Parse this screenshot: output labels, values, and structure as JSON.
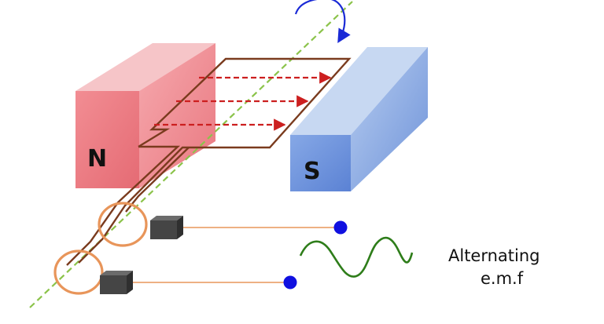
{
  "labels": {
    "north": "N",
    "south": "S",
    "output_line1": "Alternating",
    "output_line2": "e.m.f"
  },
  "colors": {
    "north_front": "#ee7f86",
    "north_top": "#f6c3c6",
    "south_front": "#6f95dd",
    "south_top": "#c4d6f2",
    "coil": "#7a3b1e",
    "field_arrow": "#cc1f1f",
    "axis": "#8bc34a",
    "rotation_arrow": "#1a2ad6",
    "slip_ring": "#e8955a",
    "brush": "#4b4b4b",
    "lead_wire": "#e8955a",
    "terminal": "#1010e0",
    "wave": "#2e7d1a"
  }
}
